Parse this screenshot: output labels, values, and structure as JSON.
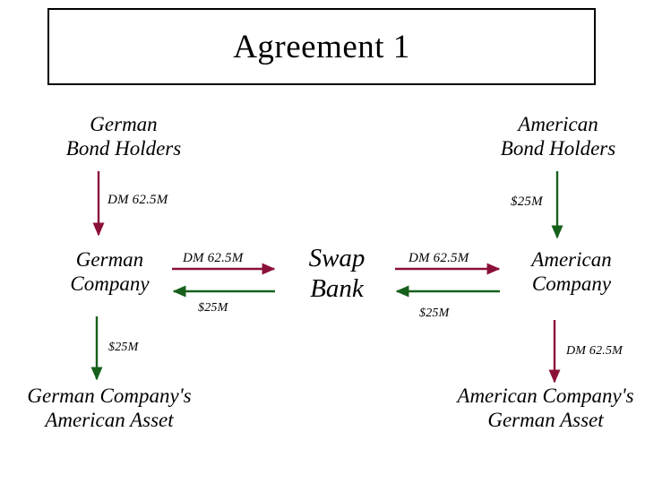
{
  "slide": {
    "title": "Agreement 1",
    "background_color": "#ffffff",
    "border_color": "#000000"
  },
  "colors": {
    "dm_flow": "#8B1038",
    "usd_flow": "#16601B",
    "text": "#000000"
  },
  "nodes": {
    "german_bond_holders": {
      "line1": "German",
      "line2": "Bond  Holders"
    },
    "american_bond_holders": {
      "line1": "American",
      "line2": "Bond  Holders"
    },
    "german_company": {
      "line1": "German",
      "line2": "Company"
    },
    "swap_bank": {
      "line1": "Swap",
      "line2": "Bank"
    },
    "american_company": {
      "line1": "American",
      "line2": "Company"
    },
    "german_company_asset": {
      "line1": "German Company's",
      "line2": "American  Asset"
    },
    "american_company_asset": {
      "line1": "American Company's",
      "line2": "German  Asset"
    }
  },
  "flows": {
    "gbh_to_gc": {
      "label": "DM  62.5M",
      "currency": "DM",
      "amount": "62.5M"
    },
    "abh_to_ac": {
      "label": "$25M",
      "currency": "USD",
      "amount": "25M"
    },
    "gc_to_swap": {
      "label": "DM  62.5M",
      "currency": "DM",
      "amount": "62.5M"
    },
    "swap_to_gc": {
      "label": "$25M",
      "currency": "USD",
      "amount": "25M"
    },
    "swap_to_ac": {
      "label": "DM  62.5M",
      "currency": "DM",
      "amount": "62.5M"
    },
    "ac_to_swap": {
      "label": "$25M",
      "currency": "USD",
      "amount": "25M"
    },
    "gc_to_asset": {
      "label": "$25M",
      "currency": "USD",
      "amount": "25M"
    },
    "ac_to_asset": {
      "label": "DM  62.5M",
      "currency": "DM",
      "amount": "62.5M"
    }
  }
}
